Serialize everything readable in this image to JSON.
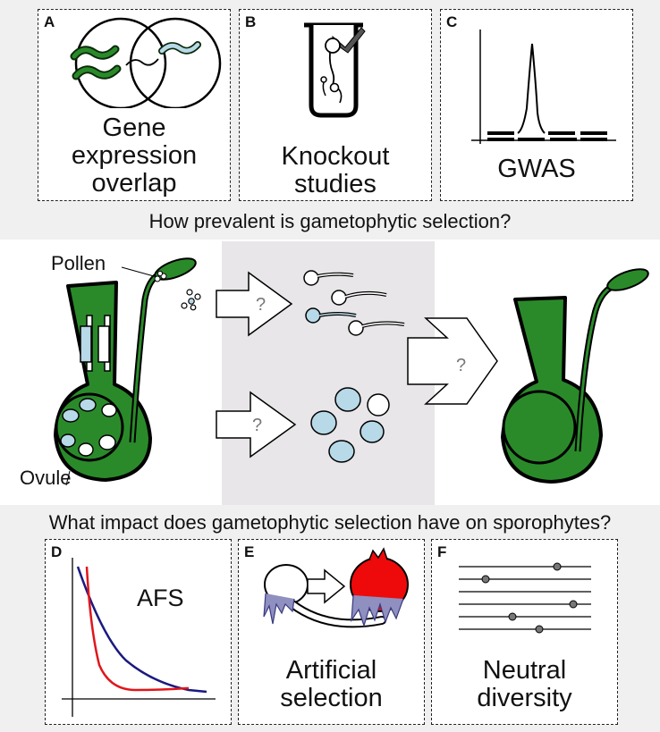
{
  "top_panels": [
    {
      "letter": "A",
      "text": "Gene\nexpression\noverlap",
      "icon": "venn-diagram"
    },
    {
      "letter": "B",
      "text": "Knockout\nstudies",
      "icon": "test-tube-with-pollen"
    },
    {
      "letter": "C",
      "text": "GWAS",
      "icon": "manhattan-peak"
    }
  ],
  "question_top": "How prevalent is gametophytic selection?",
  "question_bottom": "What impact does gametophytic selection have on sporophytes?",
  "middle": {
    "pollen_label": "Pollen",
    "ovule_label": "Ovule",
    "arrow_mark": "?",
    "colors": {
      "plant_green": "#2a8a2a",
      "plant_dark": "#0a2a0a",
      "gamete_blue": "#b7d9e8",
      "panel_gray": "#e8e6e8"
    }
  },
  "bottom_panels": [
    {
      "letter": "D",
      "text": "AFS",
      "icon": "allele-frequency-curves"
    },
    {
      "letter": "E",
      "text": "Artificial\nselection",
      "icon": "frozen-pollen-to-fruit"
    },
    {
      "letter": "F",
      "text": "Neutral\ndiversity",
      "icon": "polymorphism-lines"
    }
  ]
}
